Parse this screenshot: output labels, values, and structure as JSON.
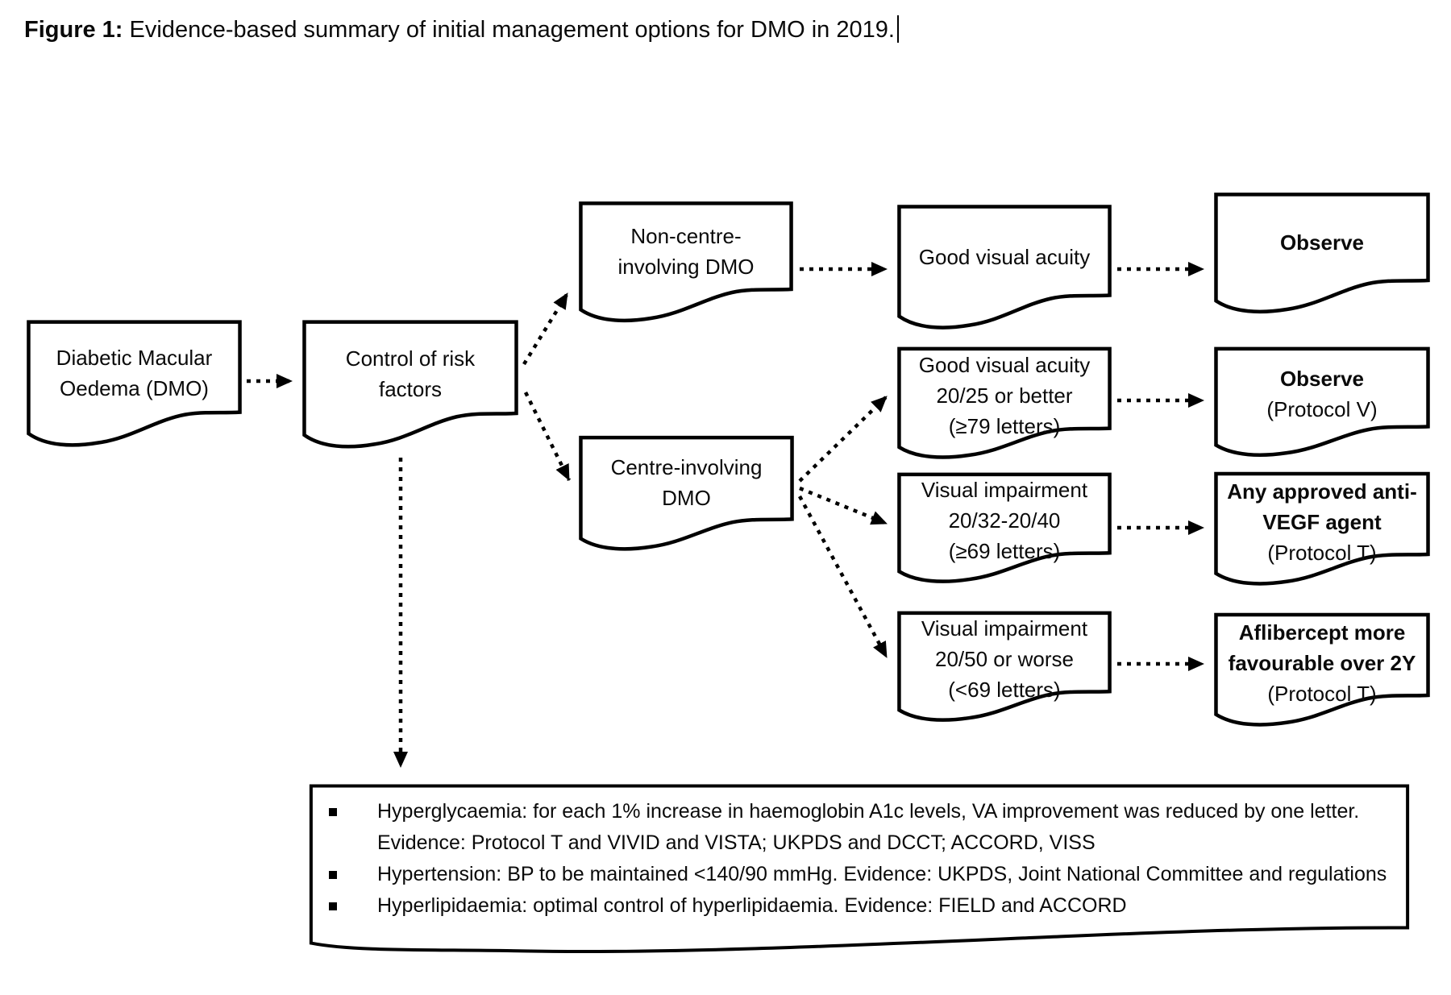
{
  "figure": {
    "caption_prefix": "Figure 1:",
    "caption_rest": " Evidence-based summary of initial management options for DMO in 2019."
  },
  "colors": {
    "ink": "#000000",
    "background": "#ffffff"
  },
  "nodes": {
    "dmo": {
      "lines": [
        "Diabetic Macular",
        "Oedema (DMO)"
      ]
    },
    "control": {
      "lines": [
        "Control of risk",
        "factors"
      ]
    },
    "non_centre": {
      "lines": [
        "Non-centre-",
        "involving DMO"
      ]
    },
    "centre": {
      "lines": [
        "Centre-involving",
        "DMO"
      ]
    },
    "good_va": {
      "lines": [
        "Good visual acuity"
      ]
    },
    "good_va_2025": {
      "lines": [
        "Good visual acuity",
        "20/25 or better",
        "(≥79 letters)"
      ]
    },
    "vi_2032": {
      "lines": [
        "Visual impairment",
        "20/32-20/40",
        "(≥69 letters)"
      ]
    },
    "vi_2050": {
      "lines": [
        "Visual impairment",
        "20/50 or worse",
        "(<69 letters)"
      ]
    },
    "observe": {
      "lines": [
        "Observe"
      ]
    },
    "observe_pv": {
      "lines": [
        "Observe"
      ],
      "sub": "(Protocol V)"
    },
    "anti_vegf": {
      "lines": [
        "Any approved anti-",
        "VEGF agent"
      ],
      "sub": "(Protocol T)"
    },
    "aflibercept": {
      "lines": [
        "Aflibercept more",
        "favourable over 2Y"
      ],
      "sub": "(Protocol T)"
    }
  },
  "edges": [
    {
      "from": "dmo",
      "to": "control"
    },
    {
      "from": "control",
      "to": "non_centre"
    },
    {
      "from": "control",
      "to": "centre"
    },
    {
      "from": "control",
      "to": "risk_factors_box"
    },
    {
      "from": "non_centre",
      "to": "good_va"
    },
    {
      "from": "good_va",
      "to": "observe"
    },
    {
      "from": "centre",
      "to": "good_va_2025"
    },
    {
      "from": "centre",
      "to": "vi_2032"
    },
    {
      "from": "centre",
      "to": "vi_2050"
    },
    {
      "from": "good_va_2025",
      "to": "observe_pv"
    },
    {
      "from": "vi_2032",
      "to": "anti_vegf"
    },
    {
      "from": "vi_2050",
      "to": "aflibercept"
    }
  ],
  "risk_factors_box": {
    "bullets": [
      {
        "line1": "Hyperglycaemia: for each 1% increase in haemoglobin A1c levels, VA improvement was reduced by one letter.",
        "line2": "Evidence: Protocol T and VIVID and VISTA; UKPDS and DCCT; ACCORD, VISS"
      },
      {
        "line1": "Hypertension: BP to be maintained <140/90 mmHg. Evidence: UKPDS, Joint National Committee and regulations"
      },
      {
        "line1": "Hyperlipidaemia: optimal control of hyperlipidaemia. Evidence: FIELD and ACCORD"
      }
    ]
  }
}
